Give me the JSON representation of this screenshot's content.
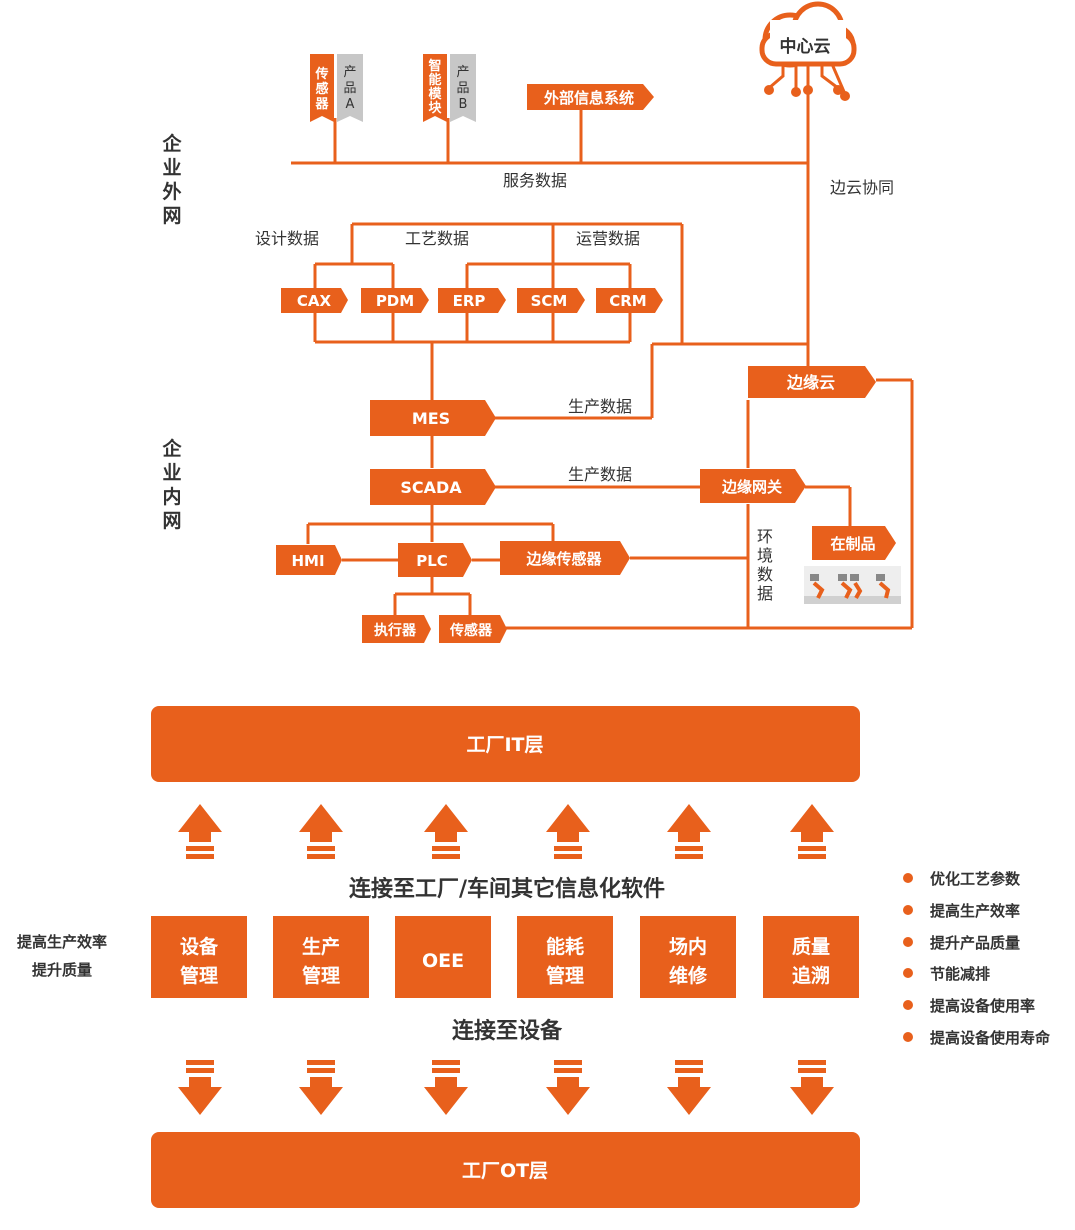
{
  "colors": {
    "accent": "#e8601c",
    "gray": "#c7c7c7",
    "text": "#333333"
  },
  "top": {
    "cloud": "中心云",
    "zone_external": "企业外网",
    "zone_internal": "企业内网",
    "sensor": "传感器",
    "product_a": "产品A",
    "smart_module": "智能模块",
    "product_b": "产品B",
    "external_system": "外部信息系统",
    "service_data": "服务数据",
    "edge_cloud_collab": "边云协同",
    "design_data": "设计数据",
    "process_data": "工艺数据",
    "ops_data": "运营数据",
    "cax": "CAX",
    "pdm": "PDM",
    "erp": "ERP",
    "scm": "SCM",
    "crm": "CRM",
    "edge_cloud": "边缘云",
    "mes": "MES",
    "production_data_1": "生产数据",
    "scada": "SCADA",
    "production_data_2": "生产数据",
    "edge_gateway": "边缘网关",
    "env_data": "环境数据",
    "wip": "在制品",
    "hmi": "HMI",
    "plc": "PLC",
    "edge_sensor": "边缘传感器",
    "actuator": "执行器",
    "sensor2": "传感器"
  },
  "bottom": {
    "it_layer": "工厂IT层",
    "connect_it": "连接至工厂/车间其它信息化软件",
    "modules": [
      {
        "line1": "设备",
        "line2": "管理"
      },
      {
        "line1": "生产",
        "line2": "管理"
      },
      {
        "line1": "OEE",
        "line2": ""
      },
      {
        "line1": "能耗",
        "line2": "管理"
      },
      {
        "line1": "场内",
        "line2": "维修"
      },
      {
        "line1": "质量",
        "line2": "追溯"
      }
    ],
    "connect_device": "连接至设备",
    "ot_layer": "工厂OT层",
    "left_note_1": "提高生产效率",
    "left_note_2": "提升质量",
    "benefits": [
      "优化工艺参数",
      "提高生产效率",
      "提升产品质量",
      "节能减排",
      "提高设备使用率",
      "提高设备使用寿命"
    ]
  }
}
